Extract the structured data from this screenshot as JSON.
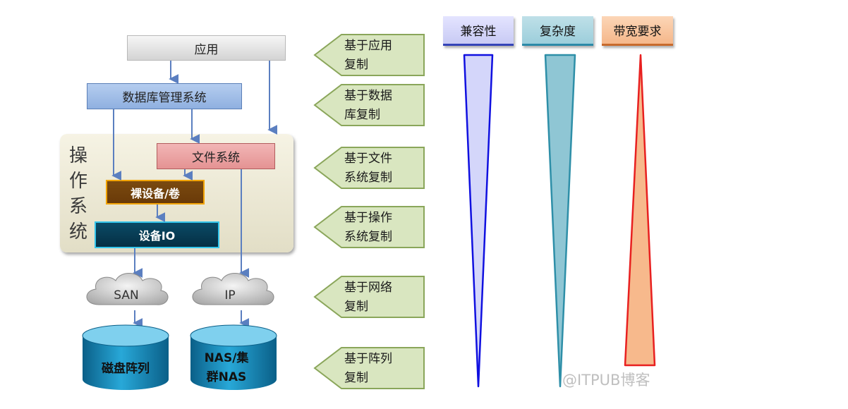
{
  "stack": {
    "application": "应用",
    "dbms": "数据库管理系统",
    "os_label_chars": [
      "操",
      "作",
      "系",
      "统"
    ],
    "file_system": "文件系统",
    "raw_device": "裸设备/卷",
    "device_io": "设备IO",
    "san": "SAN",
    "ip": "IP",
    "disk_array": "磁盘阵列",
    "nas_line1": "NAS/集",
    "nas_line2": "群NAS"
  },
  "replication_levels": [
    {
      "line1": "基于应用",
      "line2": "复制"
    },
    {
      "line1": "基于数据",
      "line2": "库复制"
    },
    {
      "line1": "基于文件",
      "line2": "系统复制"
    },
    {
      "line1": "基于操作",
      "line2": "系统复制"
    },
    {
      "line1": "基于网络",
      "line2": "复制"
    },
    {
      "line1": "基于阵列",
      "line2": "复制"
    }
  ],
  "metrics": {
    "compatibility": "兼容性",
    "complexity": "复杂度",
    "bandwidth": "带宽要求"
  },
  "colors": {
    "chevron_fill": "#d9e6c0",
    "chevron_border": "#8aa65a",
    "compat_fill": "#d4d6fa",
    "compat_stroke": "#1010e0",
    "complex_fill": "#8fc6d4",
    "complex_stroke": "#2e8fa8",
    "bw_fill": "#f7b98c",
    "bw_stroke": "#e82020",
    "arrow": "#5b7fc0"
  },
  "watermark": "@ITPUB博客"
}
